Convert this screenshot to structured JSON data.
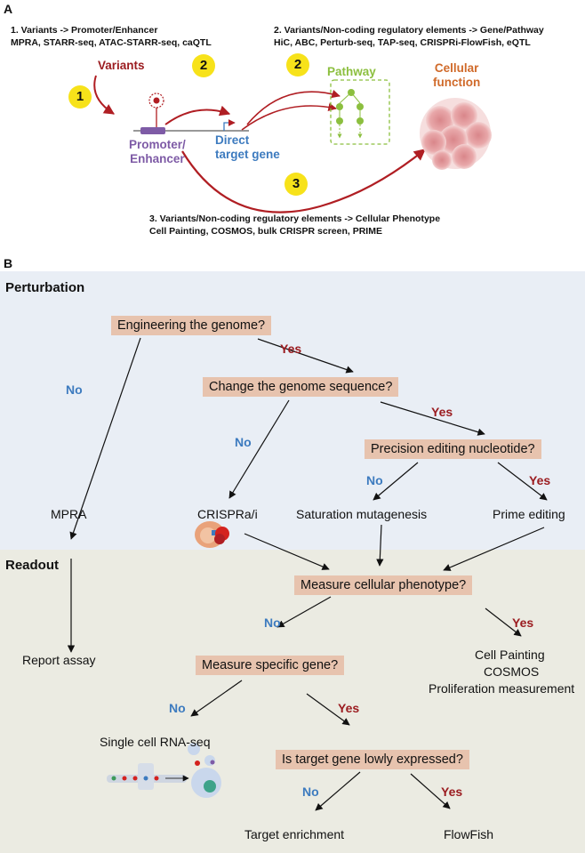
{
  "panel_a": {
    "letter": "A",
    "step1_title": "1. Variants -> Promoter/Enhancer",
    "step1_methods": "MPRA, STARR-seq, ATAC-STARR-seq, caQTL",
    "step2_title": "2. Variants/Non-coding regulatory elements -> Gene/Pathway",
    "step2_methods": "HiC, ABC, Perturb-seq, TAP-seq, CRISPRi-FlowFish, eQTL",
    "step3_title": "3. Variants/Non-coding regulatory elements -> Cellular Phenotype",
    "step3_methods": "Cell Painting, COSMOS, bulk CRISPR screen, PRIME",
    "variants_label": "Variants",
    "promoter_label": "Promoter/\nEnhancer",
    "target_gene_label": "Direct\ntarget gene",
    "pathway_label": "Pathway",
    "cellular_function_label": "Cellular\nfunction",
    "badge_1": "1",
    "badge_2a": "2",
    "badge_2b": "2",
    "badge_3": "3"
  },
  "panel_b": {
    "letter": "B",
    "perturbation_title": "Perturbation",
    "readout_title": "Readout",
    "q_engineering": "Engineering the genome?",
    "q_change_sequence": "Change the genome sequence?",
    "q_precision": "Precision editing nucleotide?",
    "q_measure_phenotype": "Measure cellular phenotype?",
    "q_measure_gene": "Measure specific gene?",
    "q_lowly_expressed": "Is target gene lowly expressed?",
    "yes": "Yes",
    "no": "No",
    "leaf_mpra": "MPRA",
    "leaf_crispr": "CRISPRa/i",
    "leaf_saturation": "Saturation mutagenesis",
    "leaf_prime": "Prime editing",
    "leaf_report": "Report assay",
    "leaf_phenotype_1": "Cell Painting",
    "leaf_phenotype_2": "COSMOS",
    "leaf_phenotype_3": "Proliferation measurement",
    "leaf_sc_rnaseq": "Single cell RNA-seq",
    "leaf_target_enrichment": "Target enrichment",
    "leaf_flowfish": "FlowFish"
  },
  "colors": {
    "perturbation_bg": "#e9eef5",
    "readout_bg": "#ebebe2",
    "question_box": "#e7c3ae",
    "yes": "#9b1c20",
    "no": "#3d7bbf",
    "arrow_red": "#b01e23",
    "promoter_purple": "#7e5ba6",
    "gene_blue": "#3d7bbf",
    "pathway_green": "#8cbf3f",
    "cell_orange": "#d06a2a",
    "badge_yellow": "#f7e21a"
  }
}
